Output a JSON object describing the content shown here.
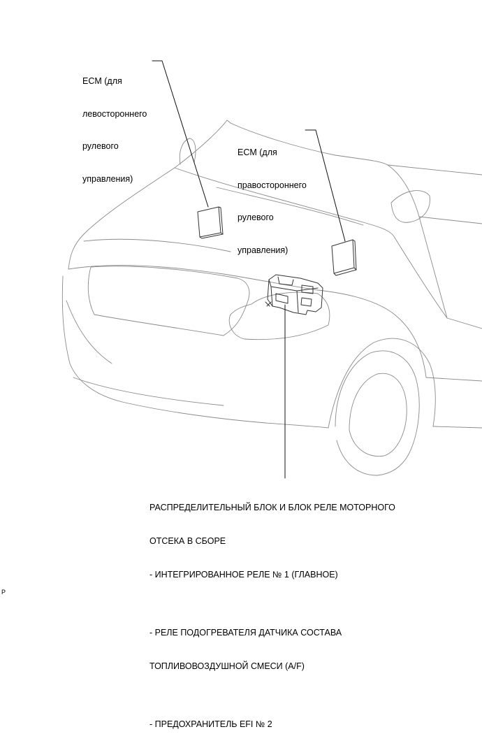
{
  "labels": {
    "ecm_lhd": [
      "ECM (для",
      "левостороннего",
      "рулевого",
      "управления)"
    ],
    "ecm_rhd": [
      "ECM (для",
      "правостороннего",
      "рулевого",
      "управления)"
    ],
    "junction_block": {
      "title": [
        "РАСПРЕДЕЛИТЕЛЬНЫЙ БЛОК И БЛОК РЕЛЕ МОТОРНОГО",
        "ОТСЕКА В СБОРЕ"
      ],
      "item1": "- ИНТЕГРИРОВАННОЕ РЕЛЕ № 1 (ГЛАВНОЕ)",
      "item2": [
        "- РЕЛЕ ПОДОГРЕВАТЕЛЯ ДАТЧИКА СОСТАВА",
        "ТОПЛИВОВОЗДУШНОЙ СМЕСИ (A/F)"
      ],
      "item3": "- ПРЕДОХРАНИТЕЛЬ EFI № 2"
    }
  },
  "figure_code": "P"
}
